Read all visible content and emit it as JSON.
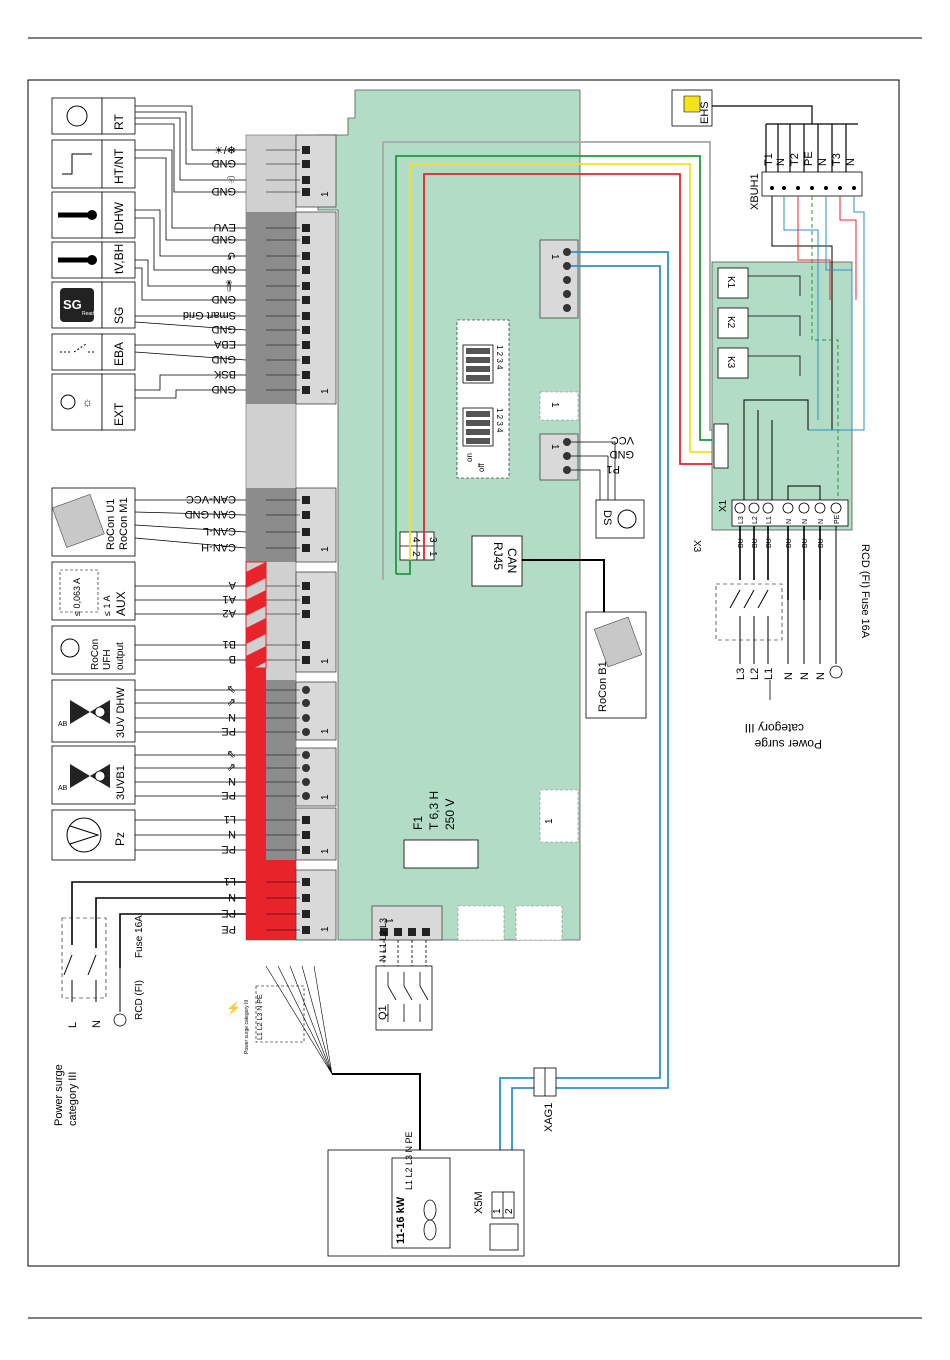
{
  "left_devices": [
    {
      "id": "rt",
      "label": "RT",
      "icon": "thermostat-icon"
    },
    {
      "id": "htnt",
      "label": "HT/NT",
      "icon": "tariff-switch-icon"
    },
    {
      "id": "tdhw",
      "label": "tDHW",
      "icon": "temperature-sensor-icon"
    },
    {
      "id": "tvbh",
      "label": "tV,BH",
      "icon": "temperature-sensor-icon"
    },
    {
      "id": "sg",
      "label": "SG",
      "icon": "sg-ready-icon",
      "badge_main": "SG",
      "badge_sub": "Ready"
    },
    {
      "id": "eba",
      "label": "EBA",
      "icon": "switch-contact-icon"
    },
    {
      "id": "ext",
      "label": "EXT",
      "icon": "power-sun-icon"
    },
    {
      "id": "rocon_um",
      "label": "RoCon U1 RoCon M1",
      "icon": "control-unit-icon"
    },
    {
      "id": "aux",
      "label": "≤ 0,063 A ≤ 1 A AUX",
      "icon": "aux-icon"
    },
    {
      "id": "uvh",
      "label": "RoCon UFH output",
      "icon": "thermostat-icon"
    },
    {
      "id": "uv_dhw",
      "label": "3UV DHW",
      "icon": "three-way-valve-icon"
    },
    {
      "id": "uv_b1",
      "label": "3UVB1",
      "icon": "three-way-valve-icon"
    },
    {
      "id": "pump",
      "label": "Pz",
      "icon": "pump-icon"
    }
  ],
  "terminal_labels": [
    "❄/☀",
    "GND",
    "♨",
    "GND",
    "EVU",
    "GND",
    "↺",
    "GND",
    "🌡",
    "GND",
    "Smart Grid",
    "GND",
    "EBA",
    "GND",
    "BSK",
    "GND",
    "CAN-VCC",
    "CAN-GND",
    "CAN-L",
    "CAN-H",
    "A",
    "A1",
    "A2",
    "B1",
    "B",
    "⇘",
    "⇙",
    "N",
    "PE",
    "⇘",
    "⇙",
    "N",
    "PE",
    "L1",
    "N",
    "PE",
    "L1",
    "N",
    "PE",
    "PE"
  ],
  "pcb": {
    "connector_number": "1",
    "f1_label": "F1",
    "f1_rating": "T 6,3 H",
    "f1_voltage": "250 V",
    "rj45_line1": "RJ45",
    "rj45_line2": "CAN",
    "dip_on": "on",
    "dip_off": "off",
    "dip_numbers": "1 2 3 4",
    "p1_vcc": "VCC",
    "p1_gnd": "GND",
    "p1_label": "P1",
    "ds_label": "DS",
    "can_pins": [
      "4",
      "2",
      "3",
      "1"
    ]
  },
  "ehs": {
    "label": "EHS",
    "xbuh1": "XBUH1",
    "xbuh1_pins": [
      "T1",
      "N",
      "T2",
      "PE",
      "N",
      "T3",
      "N"
    ],
    "relays": [
      "K1",
      "K2",
      "K3"
    ],
    "x1_label": "X1",
    "x1_pins": [
      "L3",
      "L2",
      "L1",
      "N",
      "N",
      "N",
      "PE"
    ],
    "x3_label": "X3",
    "bu": "BU"
  },
  "power_right": {
    "lines": [
      "L3",
      "L2",
      "L1",
      "N",
      "N",
      "N"
    ],
    "rcd": "RCD (FI) Fuse 16A",
    "surge": "Power surge category III"
  },
  "power_left": {
    "lines": [
      "L1",
      "N",
      "PE",
      "PE"
    ],
    "l": "L",
    "n": "N",
    "rcd": "RCD (FI)",
    "fuse": "Fuse 16A",
    "surge1": "Power surge",
    "surge2": "category III"
  },
  "q1": {
    "label": "Q1",
    "terminals": [
      "N",
      "L1",
      "L2",
      "L3"
    ],
    "connector": "1"
  },
  "small_surge": {
    "title": "Power surge category III",
    "pins": "L1 L2 L3 N PE"
  },
  "outdoor": {
    "kw": "11-16 kW",
    "lines": "L1 L2 L3 N PE",
    "x5m": "X5M",
    "pins": [
      "1",
      "2"
    ]
  },
  "xag1": "XAG1",
  "rocon_b1": "RoCon B1",
  "colors": {
    "board": "#b2dcc6",
    "red": "#e8232a",
    "green": "#1e9a3c",
    "yellow": "#f2e31a",
    "blue": "#2f8fd0",
    "grey": "#a8a8a8",
    "darkgrey": "#8c8c8c"
  }
}
